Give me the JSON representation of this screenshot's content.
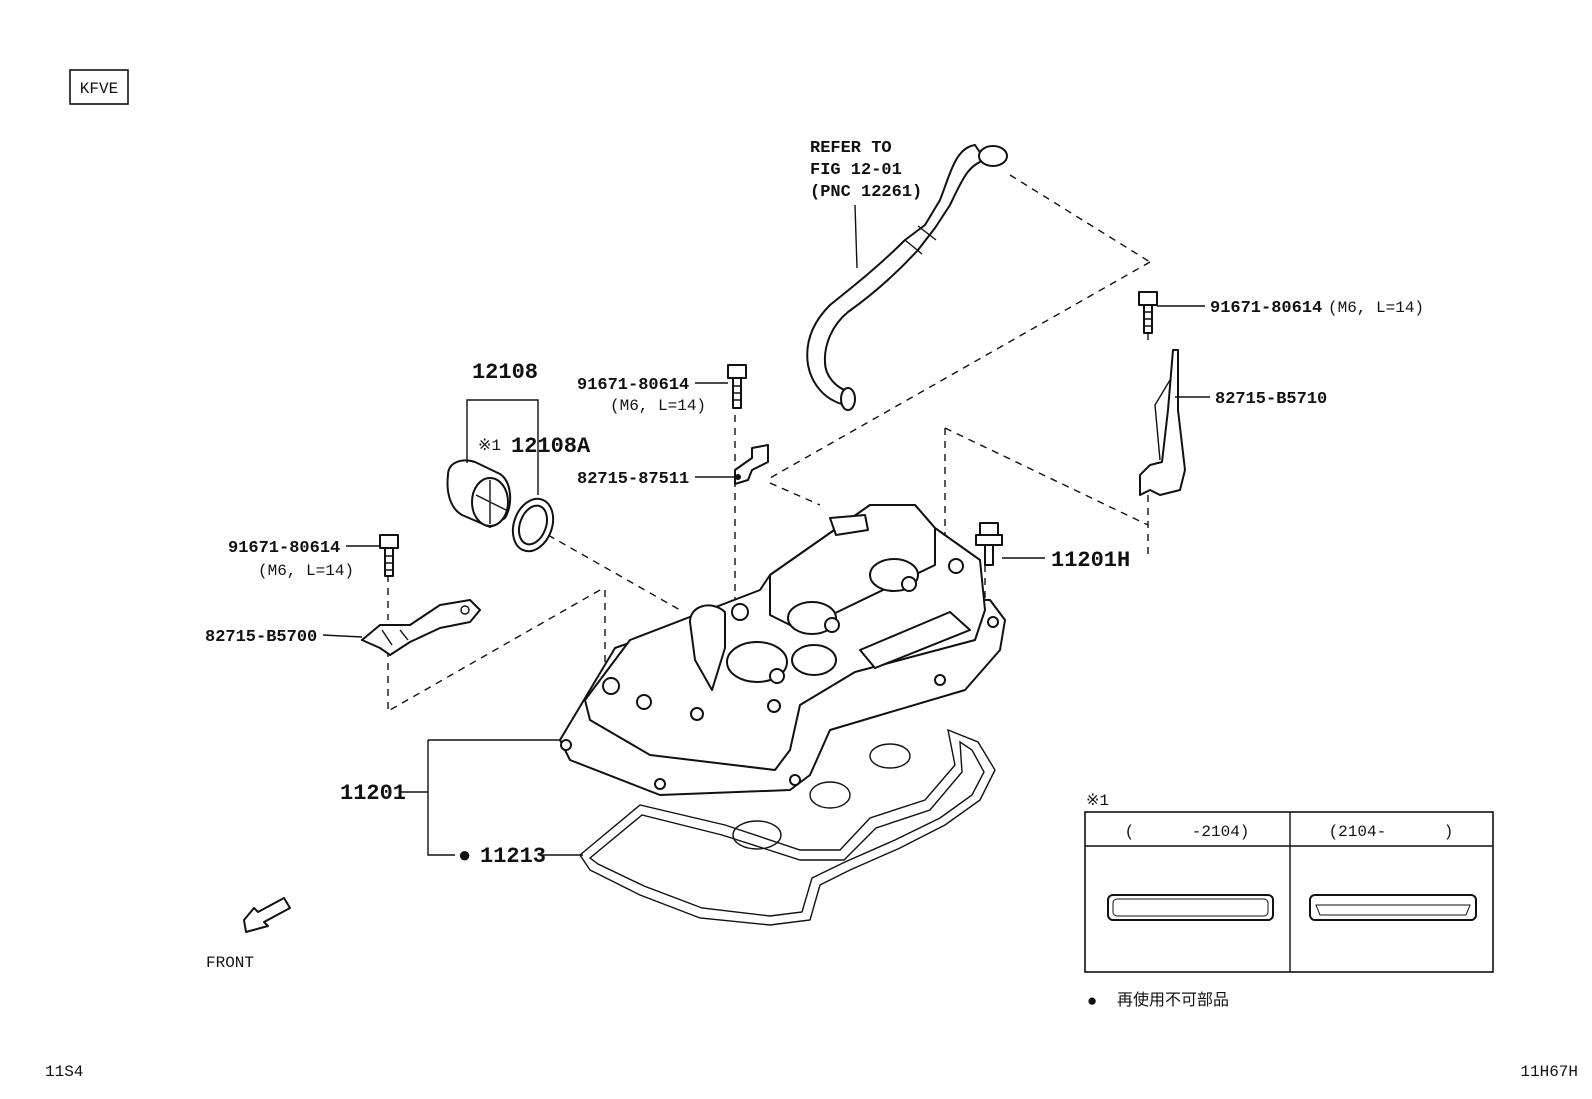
{
  "engine_code": "KFVE",
  "refer": {
    "line1": "REFER TO",
    "line2": "FIG 12-01",
    "line3": "(PNC 12261)"
  },
  "parts": {
    "p12108": "12108",
    "p12108a_mark": "※1",
    "p12108a": "12108A",
    "bolt_center": "91671-80614",
    "bolt_center_spec": "(M6, L=14)",
    "bracket_center": "82715-87511",
    "bolt_left": "91671-80614",
    "bolt_left_spec": "(M6, L=14)",
    "bracket_left": "82715-B5700",
    "bolt_right": "91671-80614",
    "bolt_right_spec": "(M6, L=14)",
    "bracket_right": "82715-B5710",
    "p11201h": "11201H",
    "p11201": "11201",
    "p11213_mark": "●",
    "p11213": "11213"
  },
  "front_label": "FRONT",
  "variant_table": {
    "mark": "※1",
    "col1": "(      -2104)",
    "col2": "(2104-      )"
  },
  "legend": {
    "bullet": "●",
    "text": "再使用不可部品"
  },
  "footer": {
    "left": "11S4",
    "right": "11H67H"
  }
}
